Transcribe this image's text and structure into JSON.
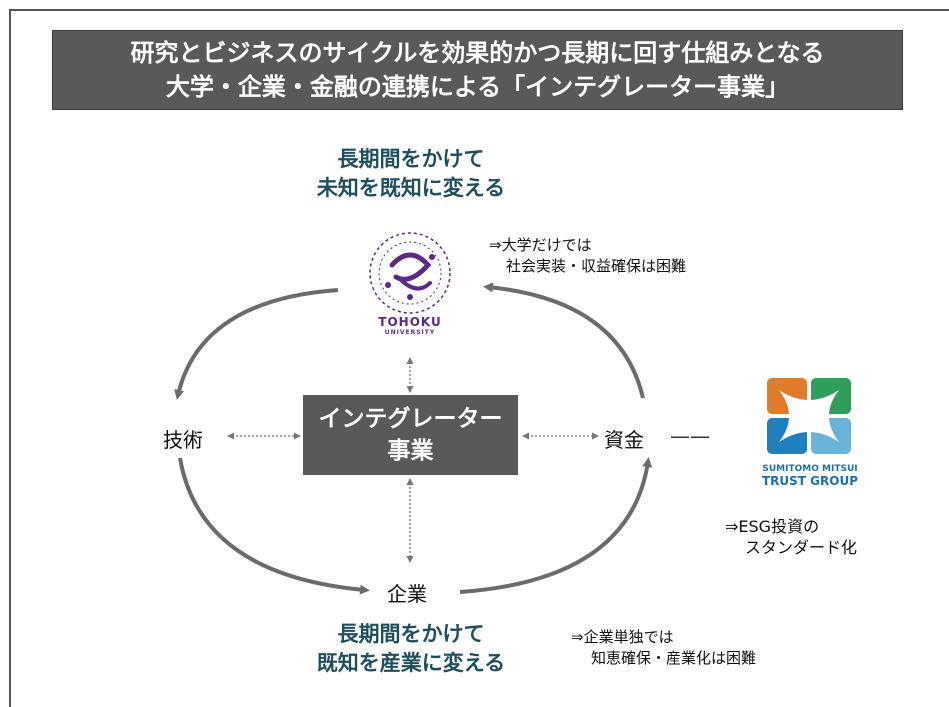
{
  "title": {
    "line1": "研究とビジネスのサイクルを効果的かつ長期に回す仕組みとなる",
    "line2": "大学・企業・金融の連携による「インテグレーター事業」"
  },
  "top_caption": {
    "line1": "長期間をかけて",
    "line2": "未知を既知に変える"
  },
  "bottom_caption": {
    "line1": "長期間をかけて",
    "line2": "既知を産業に変える"
  },
  "university_note": {
    "line1": "⇒大学だけでは",
    "line2": "社会実装・収益確保は困難"
  },
  "company_note": {
    "line1": "⇒企業単独では",
    "line2": "知恵確保・産業化は困難"
  },
  "esg_note": {
    "line1": "⇒ESG投資の",
    "line2": "スタンダード化"
  },
  "nodes": {
    "technology": "技術",
    "capital": "資金",
    "company": "企業",
    "dash": "——"
  },
  "center": {
    "line1": "インテグレーター",
    "line2": "事業"
  },
  "tohoku_logo": {
    "name": "TOHOKU",
    "sub": "UNIVERSITY",
    "icon": "wisteria-seal-icon",
    "color": "#5b2a86"
  },
  "trust_logo": {
    "line1": "SUMITOMO MITSUI",
    "line2": "TRUST GROUP",
    "icon": "four-petal-icon",
    "colors": [
      "#e07b2a",
      "#2f9e5b",
      "#1f7fbf",
      "#69b3d9"
    ]
  }
}
